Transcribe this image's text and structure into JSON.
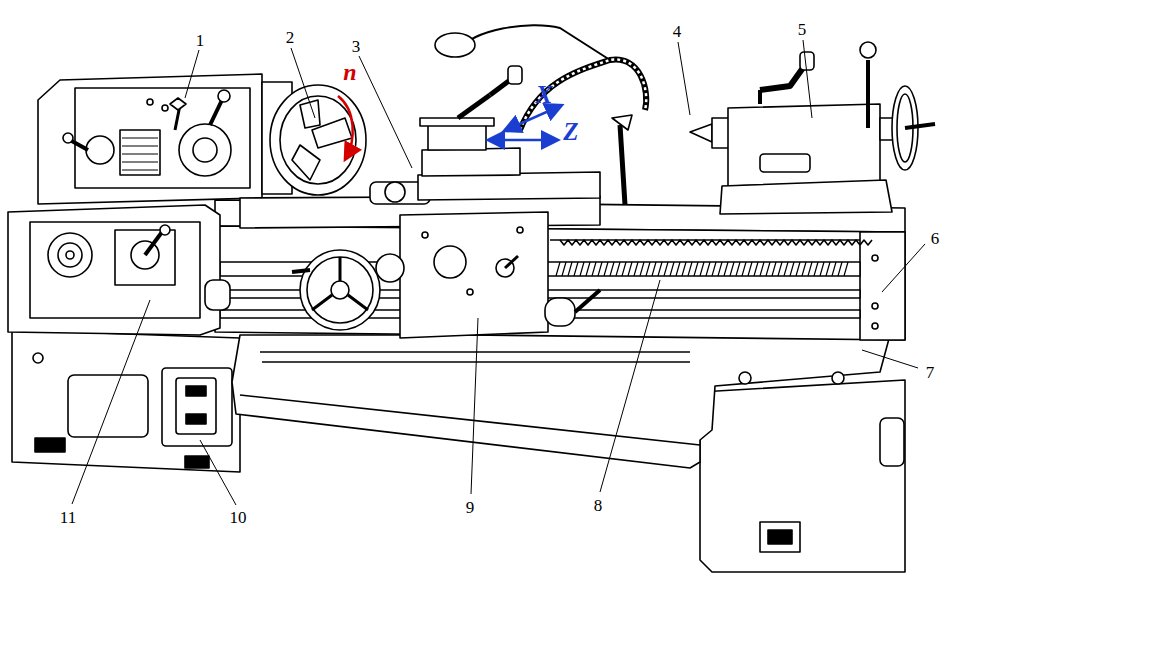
{
  "diagram": {
    "labels": [
      "1",
      "2",
      "3",
      "n",
      "X",
      "Z",
      "4",
      "5",
      "6",
      "7",
      "8",
      "9",
      "10",
      "11"
    ]
  }
}
